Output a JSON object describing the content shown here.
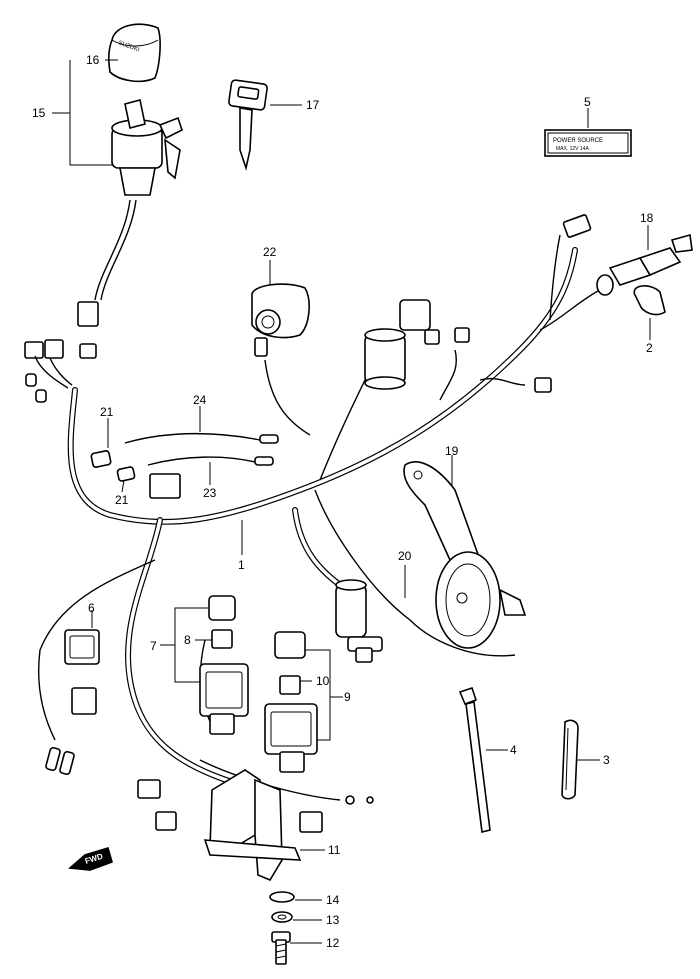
{
  "labels": {
    "p1": "1",
    "p2": "2",
    "p3": "3",
    "p4": "4",
    "p5": "5",
    "p6": "6",
    "p7": "7",
    "p8": "8",
    "p9": "9",
    "p10": "10",
    "p11": "11",
    "p12": "12",
    "p13": "13",
    "p14": "14",
    "p15": "15",
    "p16": "16",
    "p17": "17",
    "p18": "18",
    "p19": "19",
    "p20": "20",
    "p21a": "21",
    "p21b": "21",
    "p22": "22",
    "p23": "23",
    "p24": "24"
  },
  "decal": {
    "line1": "POWER SOURCE",
    "line2": "MAX. 12V 14A"
  },
  "cap_brand": "SUZUKI",
  "fwd_arrow": "FWD"
}
